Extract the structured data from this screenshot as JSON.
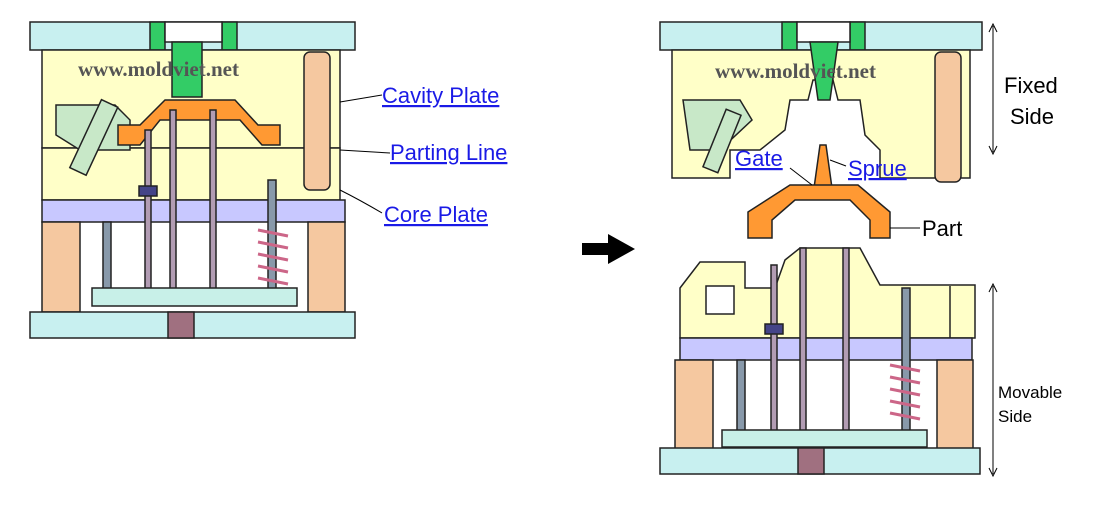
{
  "watermark": "www.moldviet.net",
  "labels": {
    "cavity_plate": "Cavity Plate",
    "parting_line": "Parting Line",
    "core_plate": "Core Plate",
    "gate": "Gate",
    "sprue": "Sprue",
    "part": "Part",
    "fixed_side_line1": "Fixed",
    "fixed_side_line2": "Side",
    "movable_side_line1": "Movable",
    "movable_side_line2": "Side"
  },
  "colors": {
    "clamp_plate": "#c8f0f0",
    "plate_yellow": "#ffffc8",
    "core_purple": "#c8c8ff",
    "part_orange": "#ff9933",
    "pillar_tan": "#f5c8a0",
    "pin_pink": "#f5b8b8",
    "slide_green": "#c8e8c8",
    "sprue_green": "#33cc66",
    "link_blue": "#1a1ae6"
  }
}
